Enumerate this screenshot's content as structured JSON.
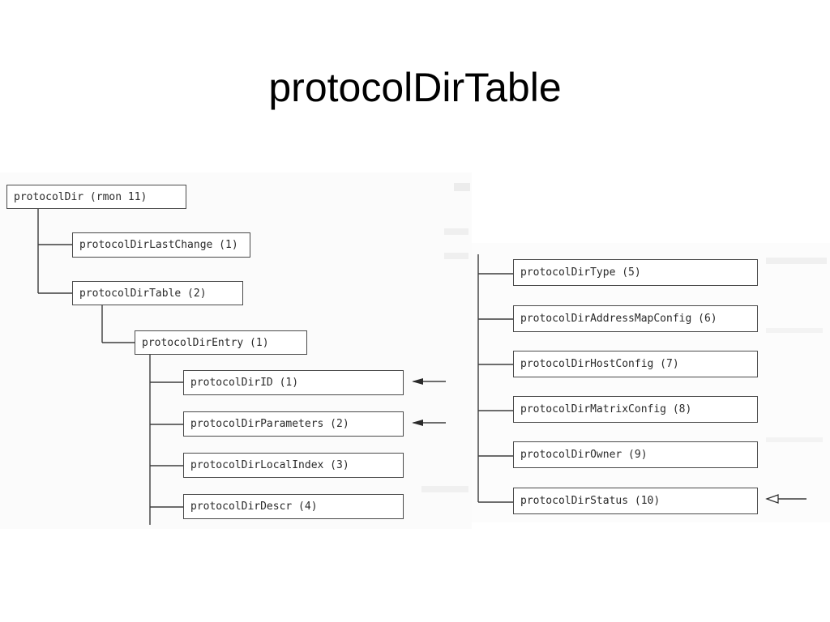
{
  "slide": {
    "title": "protocolDirTable"
  },
  "tree_left": {
    "root": "protocolDir (rmon 11)",
    "last_change": "protocolDirLastChange (1)",
    "table": "protocolDirTable (2)",
    "entry": "protocolDirEntry (1)",
    "columns": [
      "protocolDirID (1)",
      "protocolDirParameters (2)",
      "protocolDirLocalIndex (3)",
      "protocolDirDescr (4)"
    ]
  },
  "tree_right": {
    "columns": [
      "protocolDirType (5)",
      "protocolDirAddressMapConfig (6)",
      "protocolDirHostConfig (7)",
      "protocolDirMatrixConfig (8)",
      "protocolDirOwner (9)",
      "protocolDirStatus (10)"
    ]
  },
  "index_markers": {
    "filled_arrow_targets": [
      "protocolDirID (1)",
      "protocolDirParameters (2)"
    ],
    "hollow_arrow_targets": [
      "protocolDirStatus (10)"
    ]
  }
}
